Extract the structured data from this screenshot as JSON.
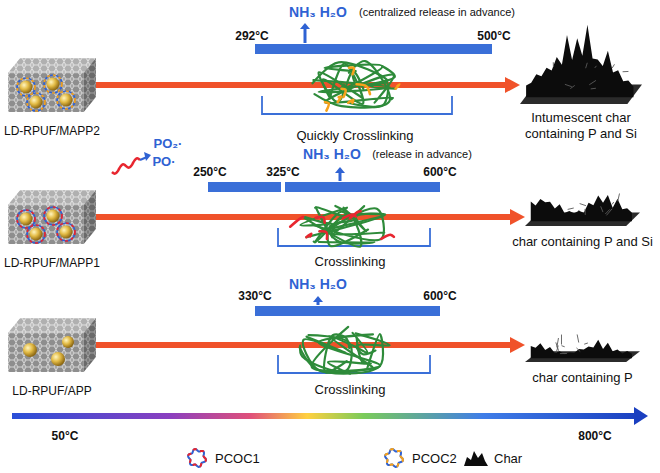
{
  "diagram": {
    "nodes": [
      {
        "text": [
          "LD-RPUF/MAPP2"
        ]
      },
      {
        "text": [
          "Intumescent char containing P and Si"
        ]
      },
      {
        "text": [
          "LD-RPUF/MAPP1"
        ]
      },
      {
        "text": [
          "char containing P and Si"
        ]
      },
      {
        "text": [
          "LD-RPUF/APP"
        ]
      },
      {
        "text": [
          "char containing P"
        ]
      }
    ],
    "edges": [
      {
        "from": 0,
        "to": 1,
        "arrow": "to"
      },
      {
        "from": 2,
        "to": 3,
        "arrow": "to"
      },
      {
        "from": 4,
        "to": 5,
        "arrow": "to"
      }
    ],
    "labels": [
      "NH₃ H₂O",
      "(centralized release in advance)",
      "292°C",
      "500°C",
      "Quickly Crosslinking",
      "PO₂·",
      "PO·",
      "250°C",
      "325°C",
      "NH₃ H₂O",
      "(release in advance)",
      "600°C",
      "Crosslinking",
      "NH₃ H₂O",
      "330°C",
      "600°C",
      "Crosslinking",
      "50°C",
      "800°C"
    ],
    "legend": [
      {
        "text": "PCOC1"
      },
      {
        "text": "PCOC2"
      },
      {
        "text": "Char"
      }
    ]
  }
}
